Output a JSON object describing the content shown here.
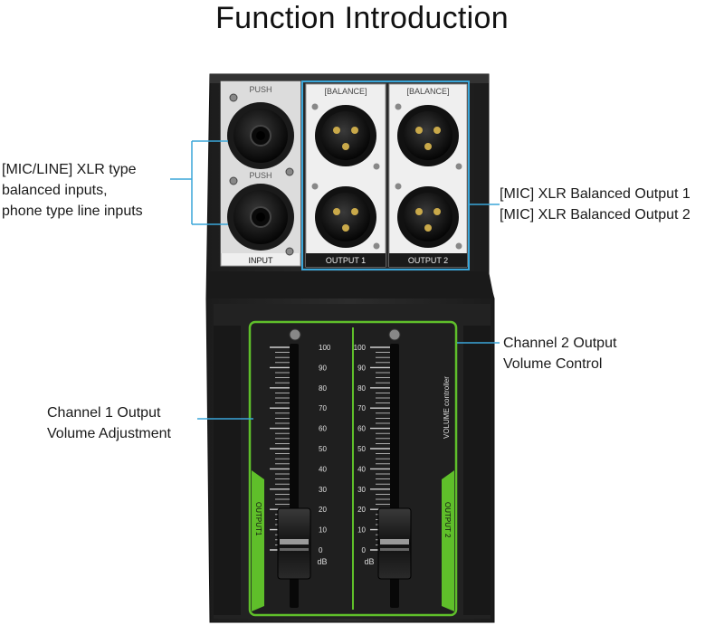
{
  "title": "Function Introduction",
  "callouts": {
    "inputs": [
      "[MIC/LINE] XLR type",
      "balanced inputs,",
      "phone type line inputs"
    ],
    "outputs": [
      "[MIC] XLR Balanced Output 1",
      "[MIC] XLR Balanced Output 2"
    ],
    "channel2": [
      "Channel 2 Output",
      "Volume Control"
    ],
    "channel1": [
      "Channel 1 Output",
      "Volume Adjustment"
    ]
  },
  "panel": {
    "push_label": "PUSH",
    "balance_label": "[BALANCE]",
    "input_label": "INPUT",
    "output1_label": "OUTPUT 1",
    "output2_label": "OUTPUT 2",
    "volume_label": "VOLUME controller",
    "strip1_label": "OUTPUT1",
    "strip2_label": "OUTPUT 2",
    "unit": "dB",
    "scale": [
      "100",
      "90",
      "80",
      "70",
      "60",
      "50",
      "40",
      "30",
      "20",
      "10",
      "0"
    ]
  },
  "colors": {
    "accent": "#3aa6d9",
    "green": "#5fbf2a",
    "body": "#262626"
  }
}
